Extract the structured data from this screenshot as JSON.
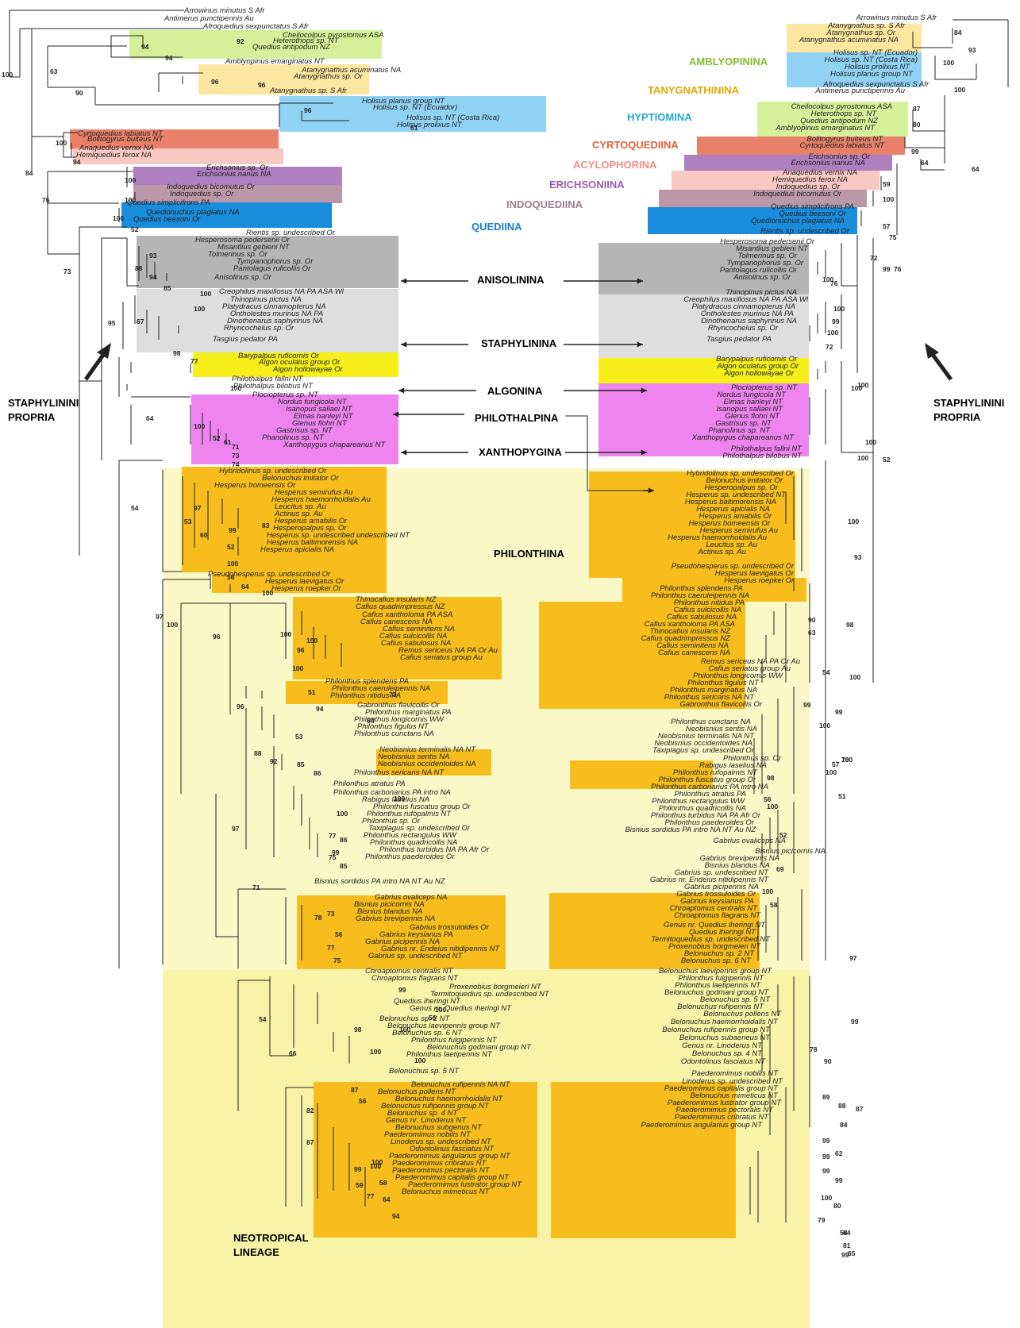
{
  "regions": [
    {
      "key": "philonthina",
      "color": "#fbf8c8"
    },
    {
      "key": "neotropical",
      "color": "#f8f3a6"
    }
  ],
  "colors": {
    "amblyopinina": "#d6f099",
    "tanygnathinina": "#fde7a0",
    "hyptiomina": "#8fd2f3",
    "cyrtoquediina": "#e9816a",
    "acylophorina": "#f8c8c2",
    "erichsoniina": "#b07fc0",
    "indoquediina": "#bb98a8",
    "quediina": "#1a8cdc",
    "anisolinina": "#b5b5b5",
    "staphylinina": "#dedede",
    "algonina": "#f6ef1a",
    "xanthopygina": "#ee84ee",
    "philonthina_box": "#f7bd1c"
  },
  "subtribe_labels": [
    {
      "text": "AMBLYOPININA",
      "color": "#7fbf2a"
    },
    {
      "text": "TANYGNATHININA",
      "color": "#e6a700"
    },
    {
      "text": "HYPTIOMINA",
      "color": "#1ea8d6"
    },
    {
      "text": "CYRTOQUEDIINA",
      "color": "#e0603a"
    },
    {
      "text": "ACYLOPHORINA",
      "color": "#f08f86"
    },
    {
      "text": "ERICHSONIINA",
      "color": "#9a5bb0"
    },
    {
      "text": "INDOQUEDIINA",
      "color": "#a08090"
    },
    {
      "text": "QUEDIINA",
      "color": "#1a7cd0"
    }
  ],
  "center_labels": [
    "ANISOLININA",
    "STAPHYLININA",
    "ALGONINA",
    "PHILOTHALPINA",
    "XANTHOPYGINA",
    "PHILONTHINA"
  ],
  "side_labels": {
    "left_line1": "STAPHYLININI",
    "left_line2": "PROPRIA",
    "right_line1": "STAPHYLININI",
    "right_line2": "PROPRIA",
    "neo_line1": "NEOTROPICAL",
    "neo_line2": "LINEAGE"
  },
  "left_taxa": [
    "Arrowinus minutus  S Afr",
    "Antimerus punctipennis  Au",
    "Afroquedius sexpunctatus  S Afr",
    "Cheilocolpus pyrostomus  ASA",
    "Heterothops sp.  NT",
    "Quedius antipodum  NZ",
    "Amblyopinus emarginatus  NT",
    "Atanygnathus acuminatus  NA",
    "Atanygnathus sp.  Or",
    "Atanygnathus sp.  S Afr",
    "Holisus planus group  NT",
    "Holisus sp.  NT (Ecuador)",
    "Holisus sp.  NT (Costa Rica)",
    "Holisus prolixus  NT",
    "Cyrtoquedius labiatus  NT",
    "Bolitogyrus buiteus  NT",
    "Anaquedius vernix  NA",
    "Hemiquedius ferox  NA",
    "Erichsonius sp.  Or",
    "Erichsonius nanus  NA",
    "Indoquedius bicomutus  Or",
    "Indoquedius sp.  Or",
    "Quedius simplicifrons  PA",
    "Quedionuchus plagiatus  NA",
    "Quedius beesoni  Or",
    "Rientis sp. undescribed  Or",
    "Hesperosoma pedersenii  Or",
    "Misantlius gebieni  NT",
    "Tolmerinus sp.  Or",
    "Tympanophorus sp.  Or",
    "Pantolagus rulicollis  Or",
    "Anisolinus sp.  Or",
    "Creophilus maxillosus  NA PA ASA Wl",
    "Thinopinus pictus  NA",
    "Platydracus cinnamopterus  NA",
    "Ontholestes murinus  NA PA",
    "Dinothenarus saphyrinus  NA",
    "Rhyncochelus sp.  Or",
    "Tasgius pedator  PA",
    "Barypalpus ruficornis  Or",
    "Algon oculatus group  Or",
    "Algon hollowayae  Or",
    "Philothalpus fallni  NT",
    "Philothalpus bilobus  NT",
    "Plociopterus sp.  NT",
    "Nordus fungicola  NT",
    "Isanopus sallaei  NT",
    "Elmas hanleyi  NT",
    "Glenus flohri  NT",
    "Gastrisus sp.  NT",
    "Phanolinus sp.  NT",
    "Xanthopygus chapareanus  NT",
    "Hybridolinus sp. undescribed  Or",
    "Belonuchus imitator  Or",
    "Hesperus bomeensis  Or",
    "Hesperus semirufus  Au",
    "Hesperus haemorrhoidalis  Au",
    "Leucitus sp.  Au",
    "Actinus sp.  Au",
    "Hesperus amabilis  Or",
    "Hesperopalpus sp.  Or",
    "Hesperus sp. undescribed undescribed  NT",
    "Hesperus baltimorensis  NA",
    "Hesperus apicialis  NA",
    "Pseudohesperus sp. undescribed  Or",
    "Hesperus laevigatus  Or",
    "Hesperus roepkei  Or",
    "Thinocafius insularis  NZ",
    "Cafius quadrimpressus  NZ",
    "Cafius xantholoma  PA ASA",
    "Cafius canescens  NA",
    "Cafius seminitens  NA",
    "Cafius sulcicollis  NA",
    "Cafius sabulosus  NA",
    "Remus sericeus  NA PA Or Au",
    "Cafius seriatus group  Au",
    "Philonthus splendens  PA",
    "Philonthus caeruleipennis  NA",
    "Philonthus nitidus  PA",
    "Gabronthus flavicollis  Or",
    "Philonthus marginatus  PA",
    "Philonthus longicornis  WW",
    "Philonthus figulus  NT",
    "Philonthus cunctans  NA",
    "Neobisnius terminalis  NA NT",
    "Neobisnius sentis  NA",
    "Neobisnius occidentoides  NA",
    "Philonthus sericans  NA NT",
    "Philonthus atratus  PA",
    "Philonthus carbonarius  PA intro NA",
    "Rabigus laselius  NA",
    "Philonthus fuscatus group  Or",
    "Philonthus rufopalmis  NT",
    "Philonthus sp.  Or",
    "Taxiplagus sp. undescribed  Or",
    "Philonthus rectangulus  WW",
    "Philonthus quadricollis  NA",
    "Philonthus turbidus  NA PA Afr Or",
    "Philonthus paederoides  Or",
    "Bisnius sordidus  PA intro NA NT Au NZ",
    "Gabrius ovaliceps  NA",
    "Bisnius picicornis  NA",
    "Bisnius blandus  NA",
    "Gabrius brevipennis  NA",
    "Gabrius trossuloides  Or",
    "Gabrius keysianus  PA",
    "Gabrius picipennis  NA",
    "Gabrius nr. Endeius nitidipennis  NT",
    "Gabrius sp. undescribed  NT",
    "Chroaptomus centralis  NT",
    "Chroaptomus flagrans  NT",
    "Proxenobius borgmeieri  NT",
    "Termitoquedius sp. undescribed  NT",
    "Quedius iheringi  NT",
    "Genus nr. Quedius iheringi  NT",
    "Belonuchus sp. 2  NT",
    "Belonuchus laevipennis group  NT",
    "Belonuchus sp. 6  NT",
    "Philonthus fulgipennis  NT",
    "Belonuchus godmani group  NT",
    "Philonthus laetipennis  NT",
    "Belonuchus sp. 5  NT",
    "Belonuchus rufipennis  NA NT",
    "Belonuchus pollens  NT",
    "Belonuchus haemorrhoidalis  NT",
    "Belonuchus rufipennis group  NT",
    "Belonuchus sp. 4  NT",
    "Genus nr. Linoderus  NT",
    "Belonuchus subgenus  NT",
    "Paederomimus nobilis  NT",
    "Linoderus sp. undescribed  NT",
    "Odontolinus fasciatus  NT",
    "Paederomimus angularius group  NT",
    "Paederomimus cribratus  NT",
    "Paederomimus pectoralis  NT",
    "Paederomimus capitalis group  NT",
    "Paederomimus lustrator group  NT",
    "Belonuchus mimeticus  NT"
  ],
  "right_taxa": [
    "Arrowinus minutus  S Afr",
    "Atanygnathus sp.  S Afr",
    "Atanygnathus sp.  Or",
    "Atanygnathus acuminatus  NA",
    "Holisus sp.  NT (Ecuador)",
    "Holisus sp.  NT (Costa Rica)",
    "Holisus prolixus  NT",
    "Holisus planus group  NT",
    "Afroquedius sexpunctatus  S Afr",
    "Antimerus punctipennis  Au",
    "Cheilocolpus pyrostomus  ASA",
    "Heterothops sp.  NT",
    "Quedius antipodum  NZ",
    "Amblyopinus emarginatus  NT",
    "Bolitogyrus buiteus  NT",
    "Cyrtoquedius labiatus  NT",
    "Erichsonius sp.  Or",
    "Erichsonius nanus  NA",
    "Anaquedius vernix  NA",
    "Hemiquedius ferox  NA",
    "Indoquedius sp.  Or",
    "Indoquedius bicomutus  Or",
    "Quedius simplicifrons  PA",
    "Quedius beesoni  Or",
    "Quedionuchus plagiatus  NA",
    "Rientis sp. undescribed  Or",
    "Hesperosoma pedersenii  Or",
    "Misantlius gebieni  NT",
    "Tolmerinus sp.  Or",
    "Tympanophorus sp.  Or",
    "Pantolagus rulicollis  Or",
    "Anisolinus sp.  Or",
    "Thinopinus pictus  NA",
    "Creophilus maxillosus  NA PA ASA Wl",
    "Platydracus cinnamopterus  NA",
    "Ontholestes murinus  NA PA",
    "Dinothenarus saphyrinus  NA",
    "Rhyncochelus sp.  Or",
    "Tasgius pedator  PA",
    "Barypalpus ruficornis  Or",
    "Algon oculatus group  Or",
    "Algon hollowayae  Or",
    "Plociopterus sp.  NT",
    "Nordus fungicola  NT",
    "Elmas hanleyi  NT",
    "Isanopus sallaei  NT",
    "Glenus flohri  NT",
    "Gastrisus sp.  NT",
    "Phanolinus sp.  NT",
    "Xanthopygus chapareanus  NT",
    "Philothalpus fallni  NT",
    "Philothalpus bilobus  NT",
    "Hybridolinus sp. undescribed  Or",
    "Belonuchus imitator  Or",
    "Hesperopalpus sp.  Or",
    "Hesperus sp. undescribed  NT",
    "Hesperus baltimorensis  NA",
    "Hesperus apicialis  NA",
    "Hesperus amabilis  Or",
    "Hesperus bomeensis  Or",
    "Hesperus semirufus  Au",
    "Hesperus haemorrhoidalis  Au",
    "Leucitus sp.  Au",
    "Actinus sp.  Au",
    "Pseudohesperus sp. undescribed  Or",
    "Hesperus laevigatus  Or",
    "Hesperus roepkei  Or",
    "Philonthus splendens  PA",
    "Philonthus caeruleipennis  NA",
    "Philonthus nitidus  PA",
    "Cafius sulcicollis  NA",
    "Cafius sabulosus  NA",
    "Cafius xantholoma  PA ASA",
    "Thinocafius insularis  NZ",
    "Cafius quadrimpressus  NZ",
    "Cafius seminitens  NA",
    "Cafius canescens  NA",
    "Remus sericeus  NA PA Or Au",
    "Cafius seriatus group  Au",
    "Philonthus longicornis  WW",
    "Philonthus figulus  NT",
    "Philonthus marginatus  NA",
    "Philonthus sericans  NA NT",
    "Gabronthus flavicollis  Or",
    "Philonthus cunctans  NA",
    "Neobisnius sentis  NA",
    "Neobisnius terminalis  NA NT",
    "Neobisnius occidentoides  NA",
    "Taxiplagus sp. undescribed  Or",
    "Philonthus sp.  Or",
    "Rabigus laselius  NA",
    "Philonthus rufopalmis  NT",
    "Philonthus fuscatus group  Or",
    "Philonthus carbonarius  PA intro NA",
    "Philonthus atratus  PA",
    "Philonthus rectangulus  WW",
    "Philonthus quadricollis  NA",
    "Philonthus turbidus  NA PA Afr Or",
    "Philonthus paederoides  Or",
    "Bisnius sordidus  PA intro NA NT Au NZ",
    "Gabrius ovaliceps  NA",
    "Bisnius picicornis  NA",
    "Gabrius brevipennis  NA",
    "Bisnius blandus  NA",
    "Gabrius sp. undescribed  NT",
    "Gabrius nr. Endeius nitidipennis  NT",
    "Gabrius picipennis  NA",
    "Gabrius trossuloides  Or",
    "Gabrius keysianus  PA",
    "Chroaptomus centralis  NT",
    "Chroaptomus flagrans  NT",
    "Genus nr. Quedius iheringi  NT",
    "Quedius iheringi  NT",
    "Termitoquedius sp. undescribed  NT",
    "Proxenobius borgmeieri  NT",
    "Belonuchus sp. 2  NT",
    "Belonuchus sp. 6  NT",
    "Belonuchus laevipennis group  NT",
    "Philonthus fulgipennis  NT",
    "Philonthus laetipennis  NT",
    "Belonuchus godmani group  NT",
    "Belonuchus sp. 5  NT",
    "Belonuchus rufipennis  NT",
    "Belonuchus pollens  NT",
    "Belonuchus haemorrhoidalis  NT",
    "Belonuchus rufipennis group  NT",
    "Belonuchus subaeneus  NT",
    "Genus nr. Linoderus  NT",
    "Belonuchus sp. 4  NT",
    "Odontolinus fasciatus  NT",
    "Paederomimus nobilis  NT",
    "Linoderus sp. undescribed  NT",
    "Paederomimus capitalis group  NT",
    "Belonuchus mimeticus  NT",
    "Paederomimus lustrator group  NT",
    "Paederomimus pectoralis  NT",
    "Paederomimus cribratus  NT",
    "Paederomimus angularius group  NT"
  ],
  "left_support": [
    "100",
    "63",
    "90",
    "92",
    "94",
    "94",
    "96",
    "96",
    "96",
    "61",
    "100",
    "84",
    "94",
    "76",
    "100",
    "100",
    "100",
    "52",
    "73",
    "93",
    "88",
    "94",
    "85",
    "100",
    "95",
    "67",
    "100",
    "98",
    "77",
    "100",
    "64",
    "100",
    "52",
    "61",
    "71",
    "73",
    "74",
    "54",
    "97",
    "53",
    "60",
    "99",
    "52",
    "83",
    "100",
    "56",
    "64",
    "100",
    "100",
    "96",
    "100",
    "100",
    "97",
    "96",
    "100",
    "73",
    "51",
    "94",
    "64",
    "96",
    "53",
    "88",
    "92",
    "85",
    "86",
    "100",
    "97",
    "100",
    "77",
    "86",
    "99",
    "75",
    "85",
    "71",
    "73",
    "78",
    "56",
    "77",
    "75",
    "54",
    "99",
    "100",
    "56",
    "66",
    "98",
    "100",
    "100",
    "100",
    "82",
    "87",
    "87",
    "56",
    "100",
    "99",
    "59",
    "100",
    "77",
    "58",
    "64",
    "94"
  ],
  "right_support": [
    "84",
    "93",
    "100",
    "100",
    "87",
    "80",
    "99",
    "64",
    "64",
    "59",
    "100",
    "57",
    "75",
    "99",
    "72",
    "76",
    "100",
    "76",
    "100",
    "99",
    "100",
    "72",
    "100",
    "100",
    "100",
    "52",
    "100",
    "100",
    "93",
    "98",
    "100",
    "99",
    "100",
    "100",
    "90",
    "63",
    "54",
    "99",
    "100",
    "76",
    "57",
    "51",
    "98",
    "100",
    "56",
    "52",
    "69",
    "100",
    "58",
    "97",
    "99",
    "78",
    "90",
    "89",
    "88",
    "84",
    "87",
    "99",
    "99",
    "99",
    "62",
    "99",
    "100",
    "80",
    "79",
    "64",
    "58",
    "65",
    "81",
    "99",
    "98",
    "100",
    "64",
    "93",
    "100",
    "51"
  ]
}
